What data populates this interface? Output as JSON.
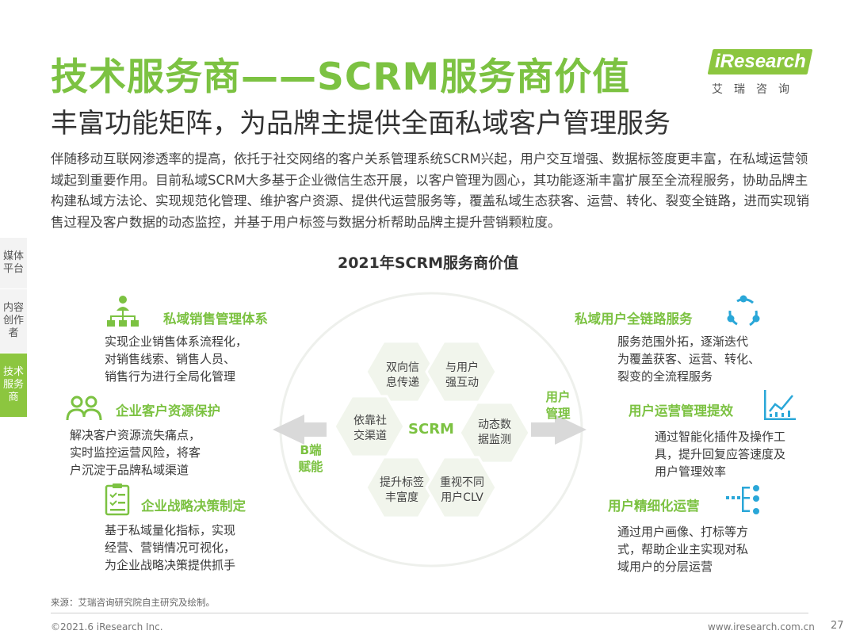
{
  "header": {
    "title": "技术服务商——SCRM服务商价值",
    "subtitle": "丰富功能矩阵，为品牌主提供全面私域客户管理服务"
  },
  "logo": {
    "brand": "iResearch",
    "cn": "艾瑞咨询"
  },
  "intro": "伴随移动互联网渗透率的提高，依托于社交网络的客户关系管理系统SCRM兴起，用户交互增强、数据标签度更丰富，在私域运营领域起到重要作用。目前私域SCRM大多基于企业微信生态开展，以客户管理为圆心，其功能逐渐丰富扩展至全流程服务，协助品牌主构建私域方法论、实现规范化管理、维护客户资源、提供代运营服务等，覆盖私域生态获客、运营、转化、裂变全链路，进而实现销售过程及客户数据的动态监控，并基于用户标签与数据分析帮助品牌主提升营销颗粒度。",
  "side_tabs": [
    {
      "label": "媒体平台",
      "active": false
    },
    {
      "label": "内容创作者",
      "active": false
    },
    {
      "label": "技术服务商",
      "active": true
    }
  ],
  "chart_title": "2021年SCRM服务商价值",
  "left_features": [
    {
      "title": "私域销售管理体系",
      "desc": [
        "实现企业销售体系流程化，",
        "对销售线索、销售人员、",
        "销售行为进行全局化管理"
      ],
      "icon": "org-chart-icon"
    },
    {
      "title": "企业客户资源保护",
      "desc": [
        "解决客户资源流失痛点，",
        "实时监控运营风险，将客",
        "户沉淀于品牌私域渠道"
      ],
      "icon": "users-icon"
    },
    {
      "title": "企业战略决策制定",
      "desc": [
        "基于私域量化指标，实现",
        "经营、营销情况可视化，",
        "为企业战略决策提供抓手"
      ],
      "icon": "checklist-icon"
    }
  ],
  "right_features": [
    {
      "title": "私域用户全链路服务",
      "desc": [
        "服务范围外拓，逐渐迭代",
        "为覆盖获客、运营、转化、",
        "裂变的全流程服务"
      ],
      "icon": "cycle-icon"
    },
    {
      "title": "用户运营管理提效",
      "desc": [
        "通过智能化插件及操作工",
        "具，提升回复应答速度及",
        "用户管理效率"
      ],
      "icon": "line-chart-icon"
    },
    {
      "title": "用户精细化运营",
      "desc": [
        "通过用户画像、打标等方",
        "式，帮助企业主实现对私",
        "域用户的分层运营"
      ],
      "icon": "segmentation-icon"
    }
  ],
  "hexagons": [
    {
      "label": [
        "双向信",
        "息传递"
      ]
    },
    {
      "label": [
        "与用户",
        "强互动"
      ]
    },
    {
      "label": [
        "依靠社",
        "交渠道"
      ]
    },
    {
      "label": [
        "动态数",
        "据监测"
      ]
    },
    {
      "label": [
        "提升标签",
        "丰富度"
      ]
    },
    {
      "label": [
        "重视不同",
        "用户CLV"
      ]
    }
  ],
  "center_label": "SCRM",
  "left_arrow_label": [
    "B端",
    "赋能"
  ],
  "right_arrow_label": [
    "用户",
    "管理"
  ],
  "colors": {
    "accent": "#7cc242",
    "hex_fill": "#f1f5ec",
    "icon_teal": "#2aa7d8",
    "icon_green": "#7cc242"
  },
  "footer": {
    "source": "来源：艾瑞咨询研究院自主研究及绘制。",
    "copyright": "©2021.6 iResearch Inc.",
    "website": "www.iresearch.com.cn",
    "page": "27"
  }
}
